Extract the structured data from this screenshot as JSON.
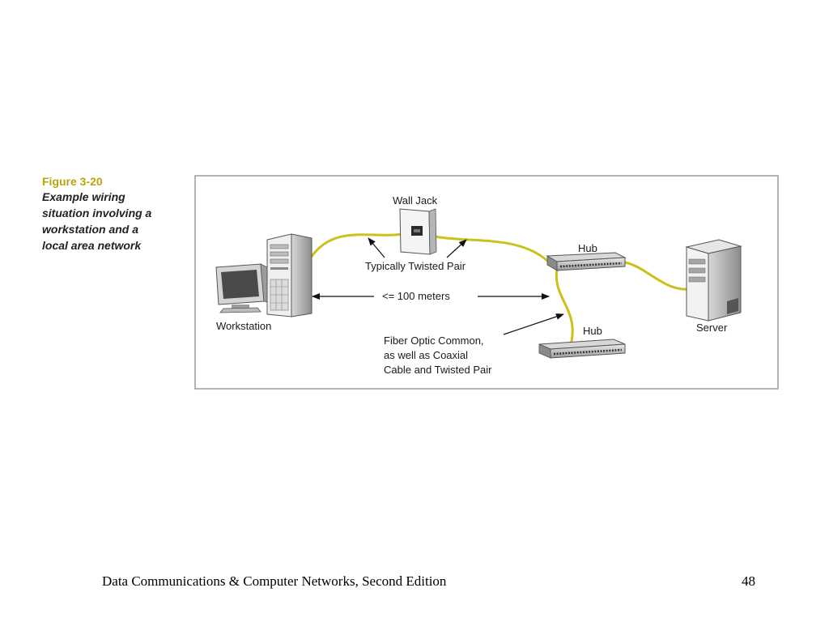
{
  "figure": {
    "number": "Figure 3-20",
    "caption_lines": [
      "Example wiring",
      "situation involving a",
      "workstation and a",
      "local area network"
    ]
  },
  "labels": {
    "wall_jack": "Wall Jack",
    "twisted_pair": "Typically Twisted Pair",
    "hub_top": "Hub",
    "hub_bottom": "Hub",
    "distance": "<= 100 meters",
    "workstation": "Workstation",
    "server": "Server",
    "fiber_lines": [
      "Fiber Optic Common,",
      "as well as Coaxial",
      "Cable and Twisted Pair"
    ]
  },
  "colors": {
    "cable": "#c9c21a",
    "frame": "#9a9a9a",
    "caption_accent": "#b8a40c"
  },
  "footer": {
    "title": "Data Communications & Computer Networks, Second Edition",
    "page": "48"
  }
}
